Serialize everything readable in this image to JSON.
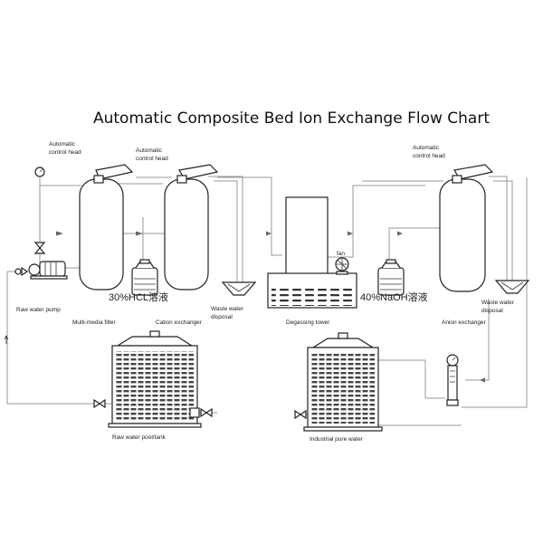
{
  "title": "Automatic Composite Bed Ion Exchange Flow Chart",
  "labels": {
    "ctrl1": [
      "Automatic",
      "control head"
    ],
    "ctrl2": [
      "Automatic",
      "control head"
    ],
    "ctrl3": [
      "Automatic",
      "control head"
    ],
    "raw_pump": "Raw water pump",
    "multimedia": "Multi-media filter",
    "cation": "Cation exchanger",
    "waste1": [
      "Waste water",
      "disposal"
    ],
    "degassing": "Degassing tower",
    "fan": "fan",
    "anion": "Anion exchanger",
    "waste2": [
      "Waste water",
      "disposal"
    ],
    "raw_pool": "Raw water pool/tank",
    "pure": "Industrial pure water",
    "hcl": "30%HCL溶液",
    "naoh": "40%NaOH溶液"
  }
}
